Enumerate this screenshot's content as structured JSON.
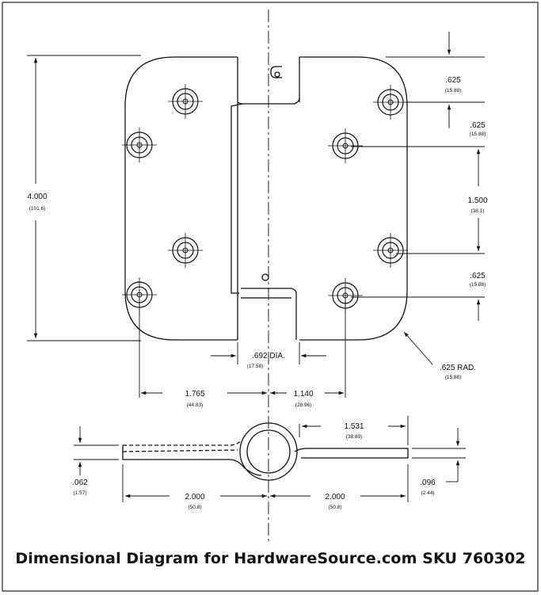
{
  "caption": "Dimensional Diagram for HardwareSource.com SKU 760302",
  "plan_view": {
    "overall_height": {
      "in": "4.000",
      "mm": "(101.6)"
    },
    "top_edge_to_hole": {
      "in": ".625",
      "mm": "(15.88)"
    },
    "hole_offset": {
      "in": ".625",
      "mm": "(15.88)"
    },
    "hole_spacing": {
      "in": "1.500",
      "mm": "(38.1)"
    },
    "bottom_hole_offset": {
      "in": ".625",
      "mm": "(15.88)"
    },
    "pin_diameter": {
      "in": ".692 DIA.",
      "mm": "(17.58)"
    },
    "corner_radius": {
      "in": ".625 RAD.",
      "mm": "(15.88)"
    },
    "left_hole_to_pin": {
      "in": "1.765",
      "mm": "(44.83)"
    },
    "pin_to_right_hole": {
      "in": "1.140",
      "mm": "(28.96)"
    }
  },
  "edge_view": {
    "knuckle_to_end": {
      "in": "1.531",
      "mm": "(38.89)"
    },
    "leaf_thickness": {
      "in": ".062",
      "mm": "(1.57)"
    },
    "left_leaf_width": {
      "in": "2.000",
      "mm": "(50.8)"
    },
    "right_leaf_width": {
      "in": "2.000",
      "mm": "(50.8)"
    },
    "right_thickness": {
      "in": ".096",
      "mm": "(2.44)"
    }
  }
}
